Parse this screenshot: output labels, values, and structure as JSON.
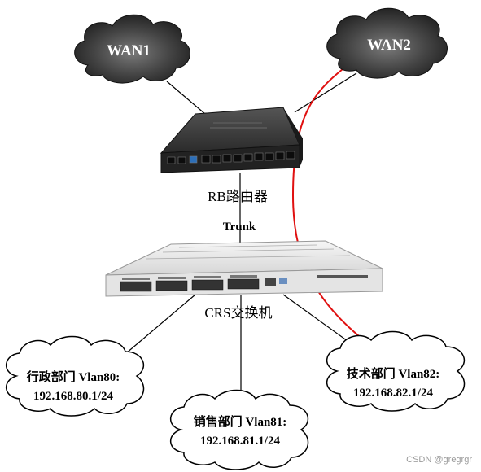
{
  "clouds": {
    "wan1": "WAN1",
    "wan2": "WAN2"
  },
  "devices": {
    "router_label": "RB路由器",
    "switch_label": "CRS交换机",
    "trunk_label": "Trunk"
  },
  "departments": {
    "admin": {
      "name": "行政部门 Vlan80:",
      "subnet": "192.168.80.1/24"
    },
    "sales": {
      "name": "销售部门 Vlan81:",
      "subnet": "192.168.81.1/24"
    },
    "tech": {
      "name": "技术部门 Vlan82:",
      "subnet": "192.168.82.1/24"
    }
  },
  "watermark": "CSDN @gregrgr",
  "colors": {
    "wan_cloud_dark": "#2b2b2b",
    "wan_cloud_light": "#6a6a6a",
    "red_link": "#e01010",
    "switch_body": "#e9e9e9",
    "router_body": "#2e2e2e"
  }
}
